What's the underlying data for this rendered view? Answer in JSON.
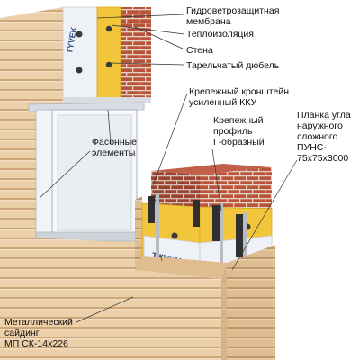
{
  "labels": {
    "membrane": "Гидроветрозащитная\nмембрана",
    "insulation": "Теплоизоляция",
    "wall": "Стена",
    "dowel": "Тарельчатый дюбель",
    "bracket": "Крепежный кронштейн\nусиленный ККУ",
    "profile": "Крепежный\nпрофиль\nГ-образный",
    "corner_strip": "Планка угла\nнаружного\nсложного\nПУНС-\n75х75х3000",
    "shaped_elements": "Фасонные\nэлементы",
    "siding": "Металлический\nсайдинг\nМП СК-14х226"
  },
  "membrane_print": "TYVEK",
  "colors": {
    "siding": "#e9c9a0",
    "siding_line": "#c9a57a",
    "brick": "#b9533a",
    "mortar": "#e7d2c6",
    "insulation": "#f1c63a",
    "membrane": "#eef1f5",
    "print": "#2e4e8f",
    "metal": "#b9bcc0"
  }
}
